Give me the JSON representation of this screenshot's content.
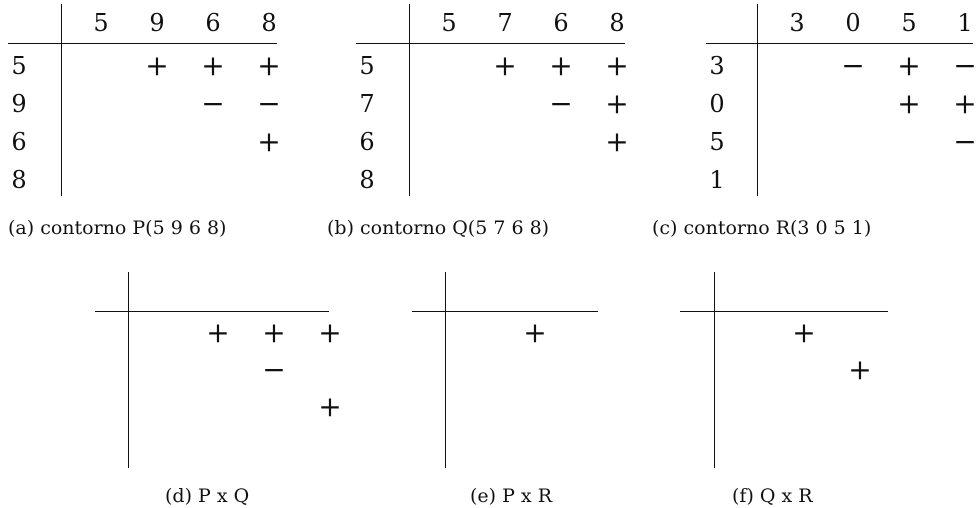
{
  "tables": [
    {
      "caption": "(a) contorno P(5 9 6 8)",
      "cols": [
        "5",
        "9",
        "6",
        "8"
      ],
      "rows": [
        "5",
        "9",
        "6",
        "8"
      ],
      "cells": [
        [
          "",
          "+",
          "+",
          "+"
        ],
        [
          "",
          "",
          "−",
          "−"
        ],
        [
          "",
          "",
          "",
          "+"
        ],
        [
          "",
          "",
          "",
          ""
        ]
      ]
    },
    {
      "caption": "(b) contorno Q(5 7 6 8)",
      "cols": [
        "5",
        "7",
        "6",
        "8"
      ],
      "rows": [
        "5",
        "7",
        "6",
        "8"
      ],
      "cells": [
        [
          "",
          "+",
          "+",
          "+"
        ],
        [
          "",
          "",
          "−",
          "+"
        ],
        [
          "",
          "",
          "",
          "+"
        ],
        [
          "",
          "",
          "",
          ""
        ]
      ]
    },
    {
      "caption": "(c) contorno R(3 0 5 1)",
      "cols": [
        "3",
        "0",
        "5",
        "1"
      ],
      "rows": [
        "3",
        "0",
        "5",
        "1"
      ],
      "cells": [
        [
          "",
          "−",
          "+",
          "−"
        ],
        [
          "",
          "",
          "+",
          "+"
        ],
        [
          "",
          "",
          "",
          "−"
        ],
        [
          "",
          "",
          "",
          ""
        ]
      ]
    }
  ],
  "products": [
    {
      "caption": "(d) P x Q",
      "cells": [
        [
          "",
          "+",
          "+",
          "+"
        ],
        [
          "",
          "",
          "−",
          ""
        ],
        [
          "",
          "",
          "",
          "+"
        ],
        [
          "",
          "",
          "",
          ""
        ]
      ]
    },
    {
      "caption": "(e) P x R",
      "cells": [
        [
          "",
          "+",
          "",
          ""
        ],
        [
          "",
          "",
          "",
          ""
        ],
        [
          "",
          "",
          "",
          ""
        ],
        [
          "",
          "",
          "",
          ""
        ]
      ]
    },
    {
      "caption": "(f) Q x R",
      "cells": [
        [
          "",
          "+",
          "",
          ""
        ],
        [
          "",
          "",
          "+",
          ""
        ],
        [
          "",
          "",
          "",
          ""
        ],
        [
          "",
          "",
          "",
          ""
        ]
      ]
    }
  ]
}
